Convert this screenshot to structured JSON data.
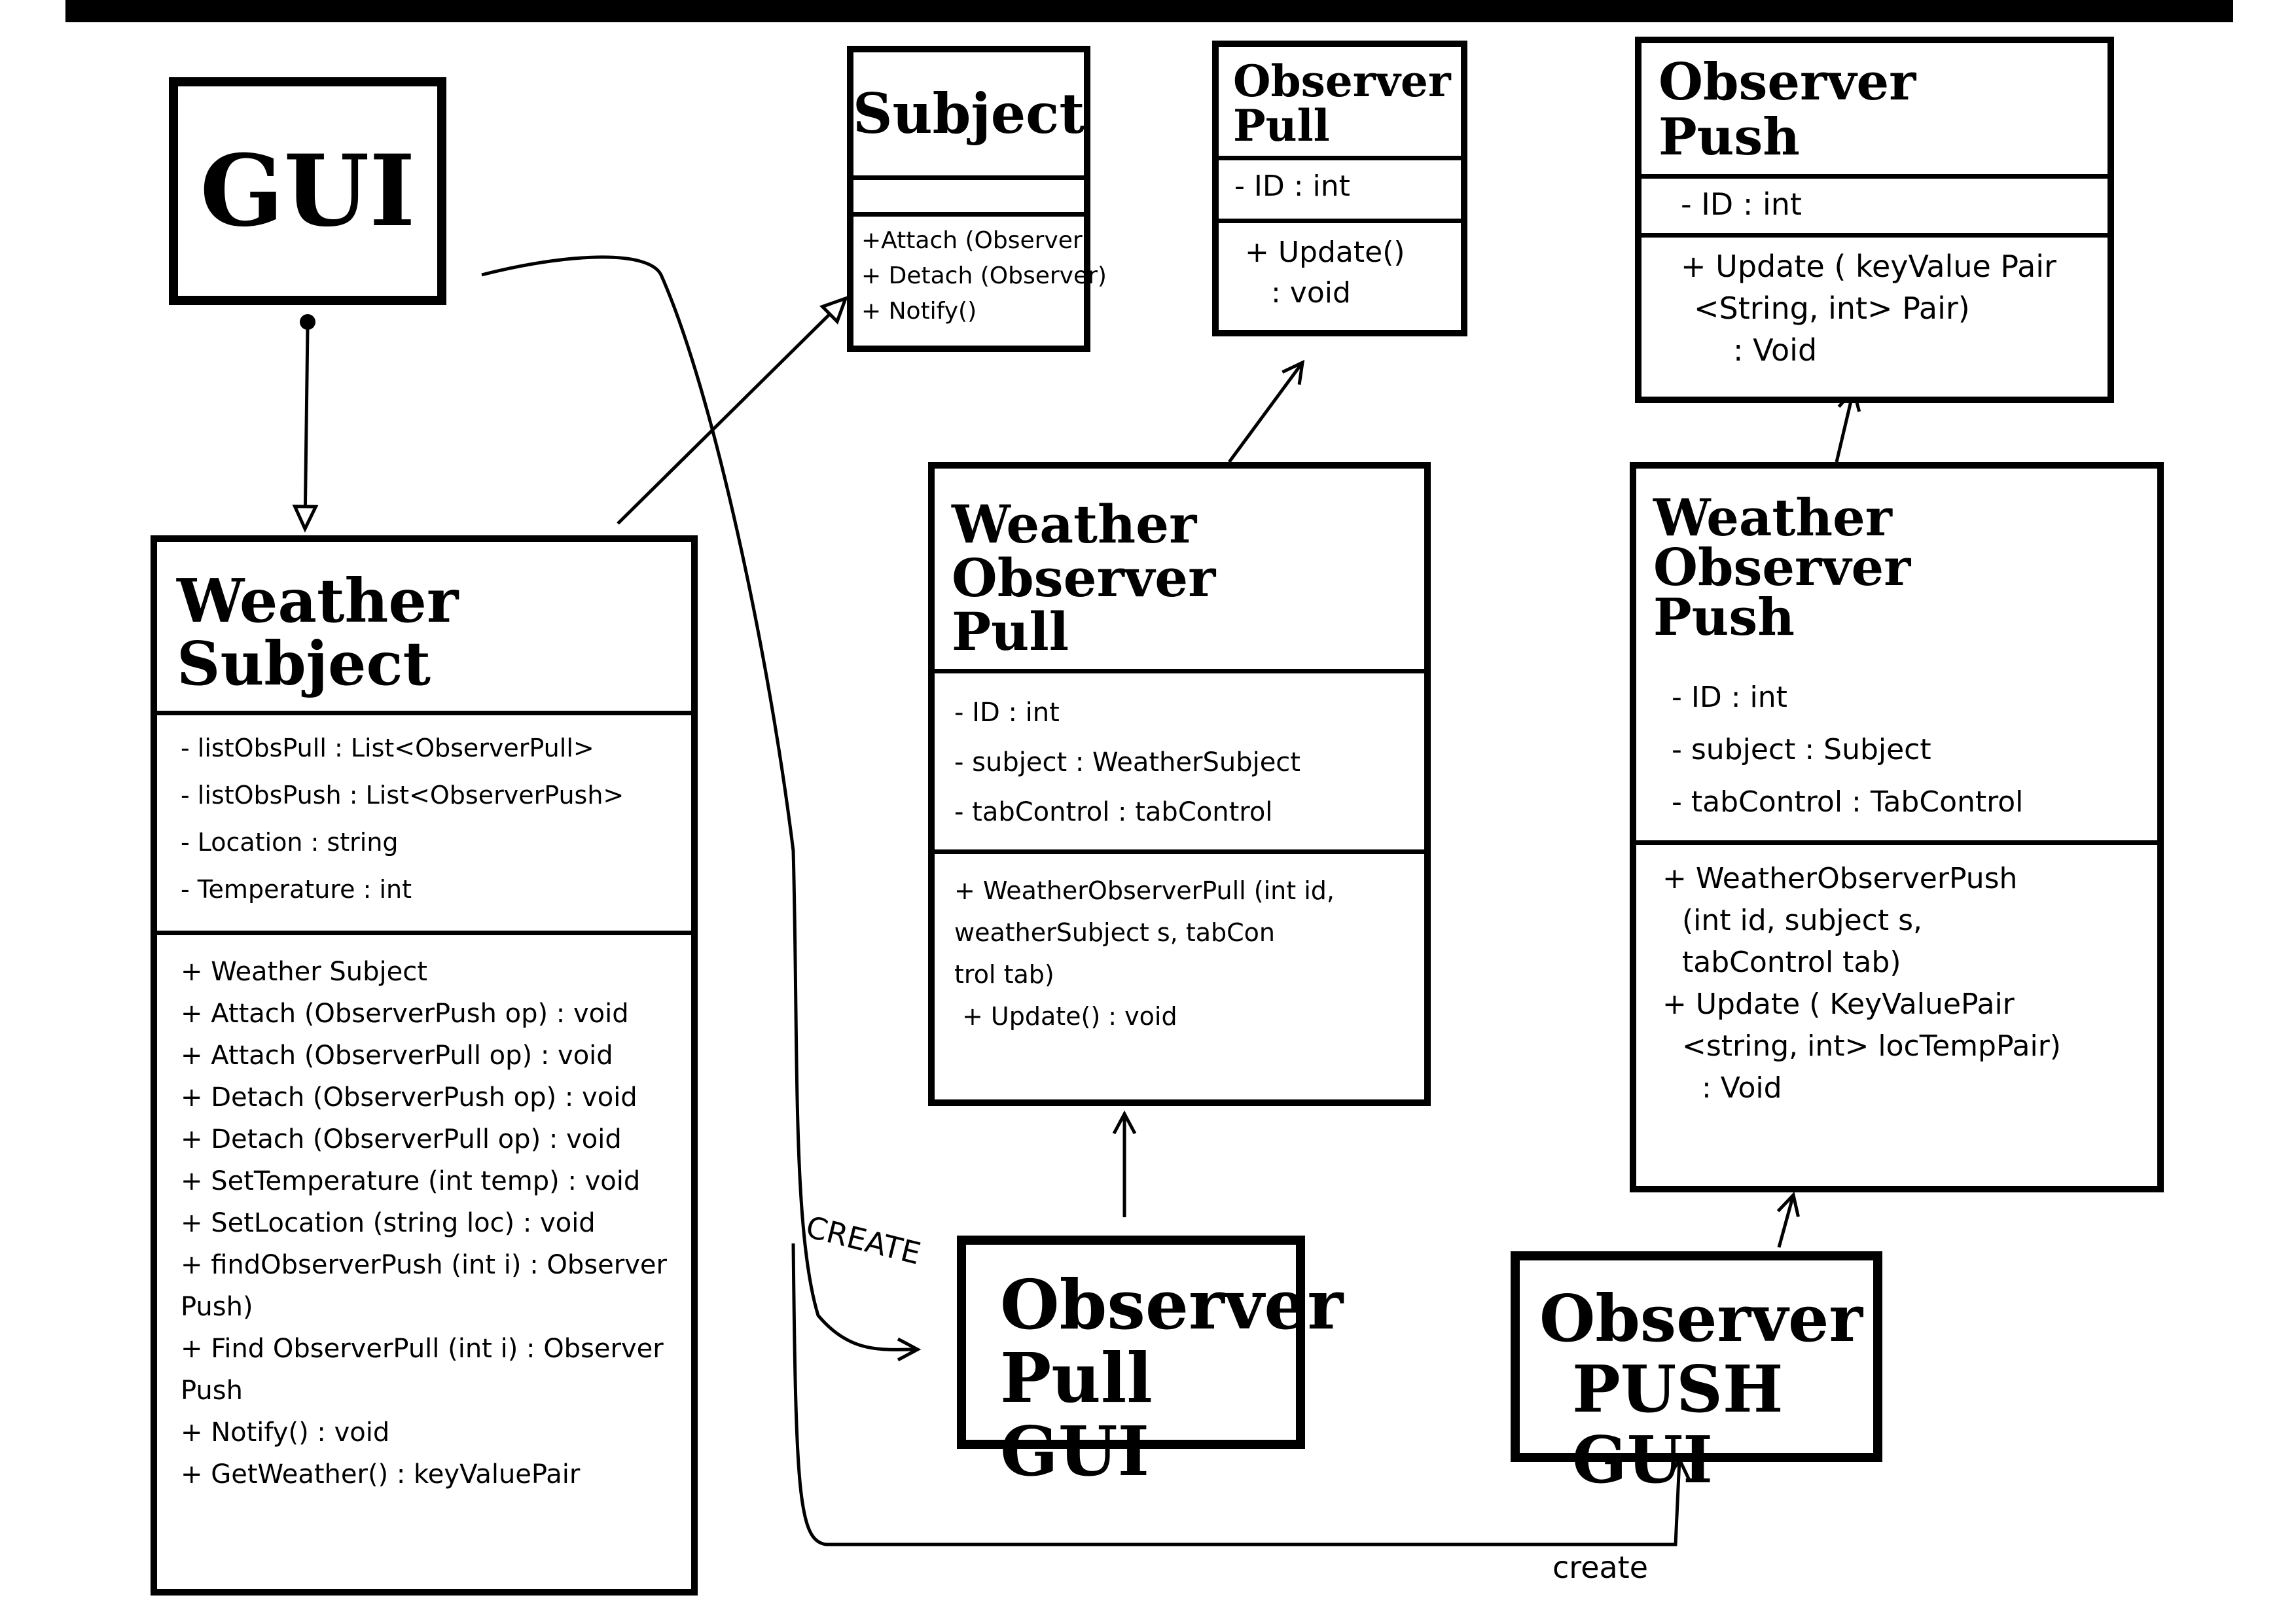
{
  "classes": {
    "gui": {
      "name": "GUI"
    },
    "subject": {
      "name": "Subject",
      "operations": [
        "+Attach (Observer)",
        "+ Detach (Observer)",
        "+ Notify()"
      ]
    },
    "observer_pull": {
      "name_lines": [
        "Observer",
        "Pull"
      ],
      "attributes": [
        "- ID : int"
      ],
      "operations": [
        "+ Update()",
        ": void"
      ]
    },
    "observer_push": {
      "name_lines": [
        "Observer",
        "Push"
      ],
      "attributes": [
        "- ID : int"
      ],
      "operations": [
        "+ Update ( keyValue Pair",
        "<String, int>   Pair)",
        ": Void"
      ]
    },
    "weather_subject": {
      "name_lines": [
        "Weather",
        "Subject"
      ],
      "attributes": [
        "- listObsPull : List<ObserverPull>",
        "- listObsPush : List<ObserverPush>",
        "- Location : string",
        "- Temperature : int"
      ],
      "operations": [
        "+ Weather Subject",
        "+ Attach (ObserverPush op) : void",
        "+ Attach (ObserverPull op) : void",
        "+ Detach (ObserverPush op) : void",
        "+ Detach (ObserverPull op) : void",
        "+ SetTemperature (int temp) : void",
        "+ SetLocation (string loc) : void",
        "+ findObserverPush (int i) : Observer",
        "   Push)",
        "+ Find ObserverPull (int i) : Observer",
        "   Push",
        "+ Notify() : void",
        "+ GetWeather() : keyValuePair"
      ]
    },
    "weather_observer_pull": {
      "name_lines": [
        "Weather",
        "Observer",
        "Pull"
      ],
      "attributes": [
        "- ID : int",
        "- subject : WeatherSubject",
        "- tabControl : tabControl"
      ],
      "operations": [
        "+ WeatherObserverPull (int id,",
        "   weatherSubject s, tabCon",
        "   trol tab)",
        "",
        "+ Update() : void"
      ]
    },
    "weather_observer_push": {
      "name_lines": [
        "Weather",
        "Observer",
        "Push"
      ],
      "attributes": [
        "- ID : int",
        "- subject : Subject",
        "- tabControl : TabControl"
      ],
      "operations": [
        "+ WeatherObserverPush",
        "  (int id, subject s,",
        "    tabControl tab)",
        "",
        "+ Update ( KeyValuePair",
        "  <string, int> locTempPair)",
        "  : Void"
      ]
    },
    "observer_pull_gui": {
      "name_lines": [
        "Observer",
        "Pull GUI"
      ]
    },
    "observer_push_gui": {
      "name_lines": [
        "Observer",
        "PUSH GUI"
      ]
    }
  },
  "edge_labels": {
    "create_pull": "CREATE",
    "create_push": "create"
  },
  "colors": {
    "ink": "#000000",
    "paper": "#ffffff"
  }
}
